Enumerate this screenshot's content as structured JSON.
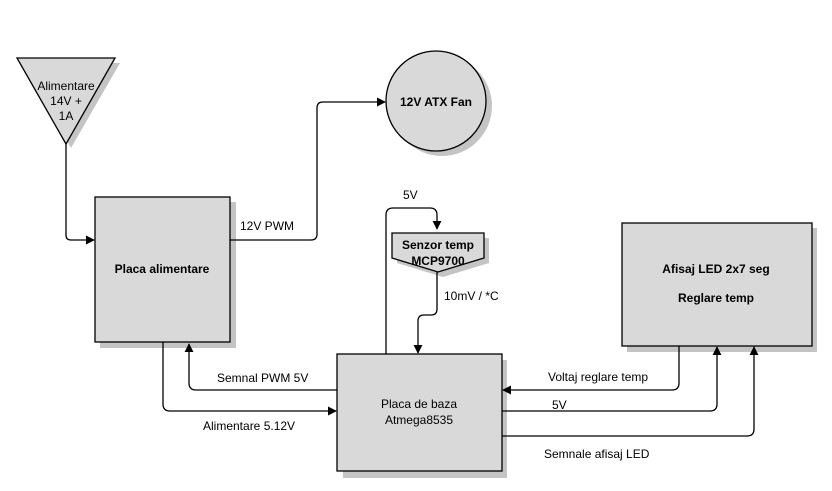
{
  "nodes": {
    "supply": {
      "line1": "Alimentare",
      "line2": "14V +",
      "line3": "1A"
    },
    "fan": {
      "label": "12V ATX Fan"
    },
    "power_board": {
      "label": "Placa alimentare"
    },
    "sensor": {
      "line1": "Senzor temp",
      "line2": "MCP9700"
    },
    "led_display": {
      "line1": "Afisaj LED 2x7 seg",
      "line2": "Reglare temp"
    },
    "main_board": {
      "line1": "Placa de baza",
      "line2": "Atmega8535"
    }
  },
  "edges": {
    "pwm_12v": "12V PWM",
    "sensor_5v": "5V",
    "sensor_out": "10mV / *C",
    "pwm_signal": "Semnal PWM 5V",
    "supply_512": "Alimentare 5.12V",
    "voltage_adjust": "Voltaj reglare temp",
    "led_5v": "5V",
    "led_signals": "Semnale afisaj LED"
  },
  "colors": {
    "box_fill": "#d9d9d9",
    "stroke": "#000000",
    "shadow": "#bdbdbd"
  }
}
